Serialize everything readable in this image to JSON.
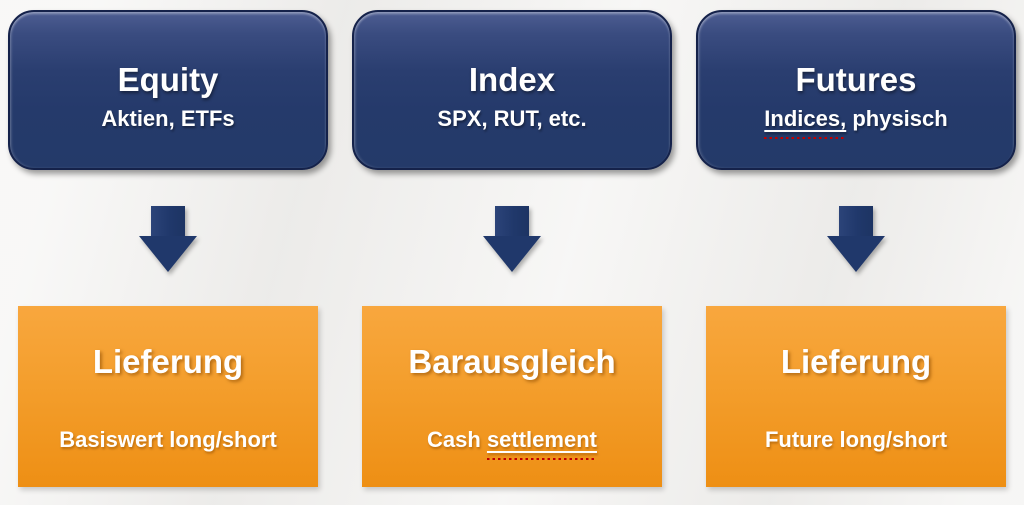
{
  "page": {
    "background_color": "#f1f0ee"
  },
  "colors": {
    "source_box_blue": "#253a6b",
    "source_box_blue_highlight": "#4d5d92",
    "source_box_border": "#15224a",
    "arrow_navy": "#20386b",
    "result_box_orange_top": "#f8a73e",
    "result_box_orange_bottom": "#ee8f14",
    "text_white": "#ffffff",
    "spellcheck_squiggle_red": "#c00000"
  },
  "columns": [
    {
      "name": "equity",
      "source": {
        "title": "Equity",
        "subtitle": {
          "pre": "Aktien, ETFs",
          "marked": "",
          "post": ""
        }
      },
      "result": {
        "title": "Lieferung",
        "subtitle": {
          "pre": "Basiswert long/short",
          "marked": "",
          "post": ""
        }
      }
    },
    {
      "name": "index",
      "source": {
        "title": "Index",
        "subtitle": {
          "pre": "SPX, RUT, etc.",
          "marked": "",
          "post": ""
        }
      },
      "result": {
        "title": "Barausgleich",
        "subtitle": {
          "pre": "Cash ",
          "marked": "settlement",
          "post": ""
        }
      }
    },
    {
      "name": "futures",
      "source": {
        "title": "Futures",
        "subtitle": {
          "pre": "",
          "marked": "Indices,",
          "post": " physisch"
        }
      },
      "result": {
        "title": "Lieferung",
        "subtitle": {
          "pre": "Future long/short",
          "marked": "",
          "post": ""
        }
      }
    }
  ]
}
